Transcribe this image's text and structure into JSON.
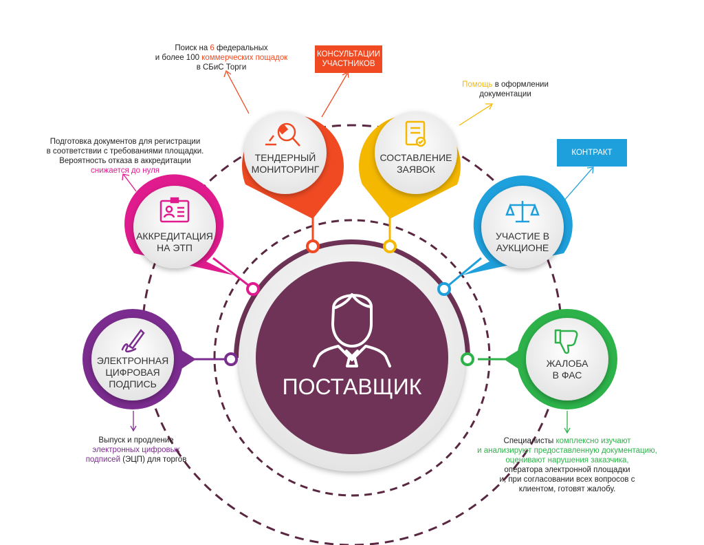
{
  "colors": {
    "purple": "#6e3356",
    "orange_red": "#f04a23",
    "yellow": "#f5b800",
    "magenta": "#e01b8d",
    "blue": "#1ea0dc",
    "violet": "#7b2c8f",
    "green": "#2db24a",
    "dash": "#5a2741"
  },
  "center": {
    "label": "ПОСТАВЩИК",
    "icon": "businessman-icon"
  },
  "nodes": {
    "monitoring": {
      "line1": "ТЕНДЕРНЫЙ",
      "line2": "МОНИТОРИНГ",
      "icon": "auction-hammer-search-icon"
    },
    "application": {
      "line1": "СОСТАВЛЕНИЕ",
      "line2": "ЗАЯВОК",
      "icon": "document-check-icon"
    },
    "accreditation": {
      "line1": "АККРЕДИТАЦИЯ",
      "line2": "НА ЭТП",
      "icon": "id-card-icon"
    },
    "auction": {
      "line1": "УЧАСТИЕ В",
      "line2": "АУКЦИОНЕ",
      "icon": "scales-icon"
    },
    "signature": {
      "line1": "ЭЛЕКТРОННАЯ",
      "line2": "ЦИФРОВАЯ",
      "line3": "ПОДПИСЬ",
      "icon": "pen-signature-icon"
    },
    "complaint": {
      "line1": "ЖАЛОБА",
      "line2": "В ФАС",
      "icon": "thumbs-down-icon"
    }
  },
  "tags": {
    "consult": {
      "line1": "КОНСУЛЬТАЦИИ",
      "line2": "УЧАСТНИКОВ"
    },
    "contract": {
      "label": "КОНТРАКТ"
    }
  },
  "notes": {
    "monitoring": {
      "a": "Поиск на ",
      "b": "6",
      "c": " федеральных",
      "d": "и более 100 ",
      "e": "коммерческих пощадок",
      "f": "в СБиС Торги"
    },
    "application": {
      "a": "Помощь",
      "b": " в оформлении",
      "c": "документации"
    },
    "accreditation": {
      "l1": "Подготовка документов для регистрации",
      "l2": "в соответствии с требованиями площадки.",
      "l3": "Вероятность отказа в аккредитации",
      "l4": "снижается до нуля"
    },
    "signature": {
      "l1": "Выпуск и продление",
      "l2": "электронных цифровых",
      "l3a": "подписей",
      "l3b": " (ЭЦП) для торгов"
    },
    "complaint": {
      "l1a": "Специалисты ",
      "l1b": "комплексно изучают",
      "l2": "и анализируют предоставленную документацию,",
      "l3": "оценивают нарушения заказчика,",
      "l4": "оператора электронной площадки",
      "l5": "и, при согласовании всех вопросов с",
      "l6": "клиентом, готовят жалобу."
    }
  }
}
